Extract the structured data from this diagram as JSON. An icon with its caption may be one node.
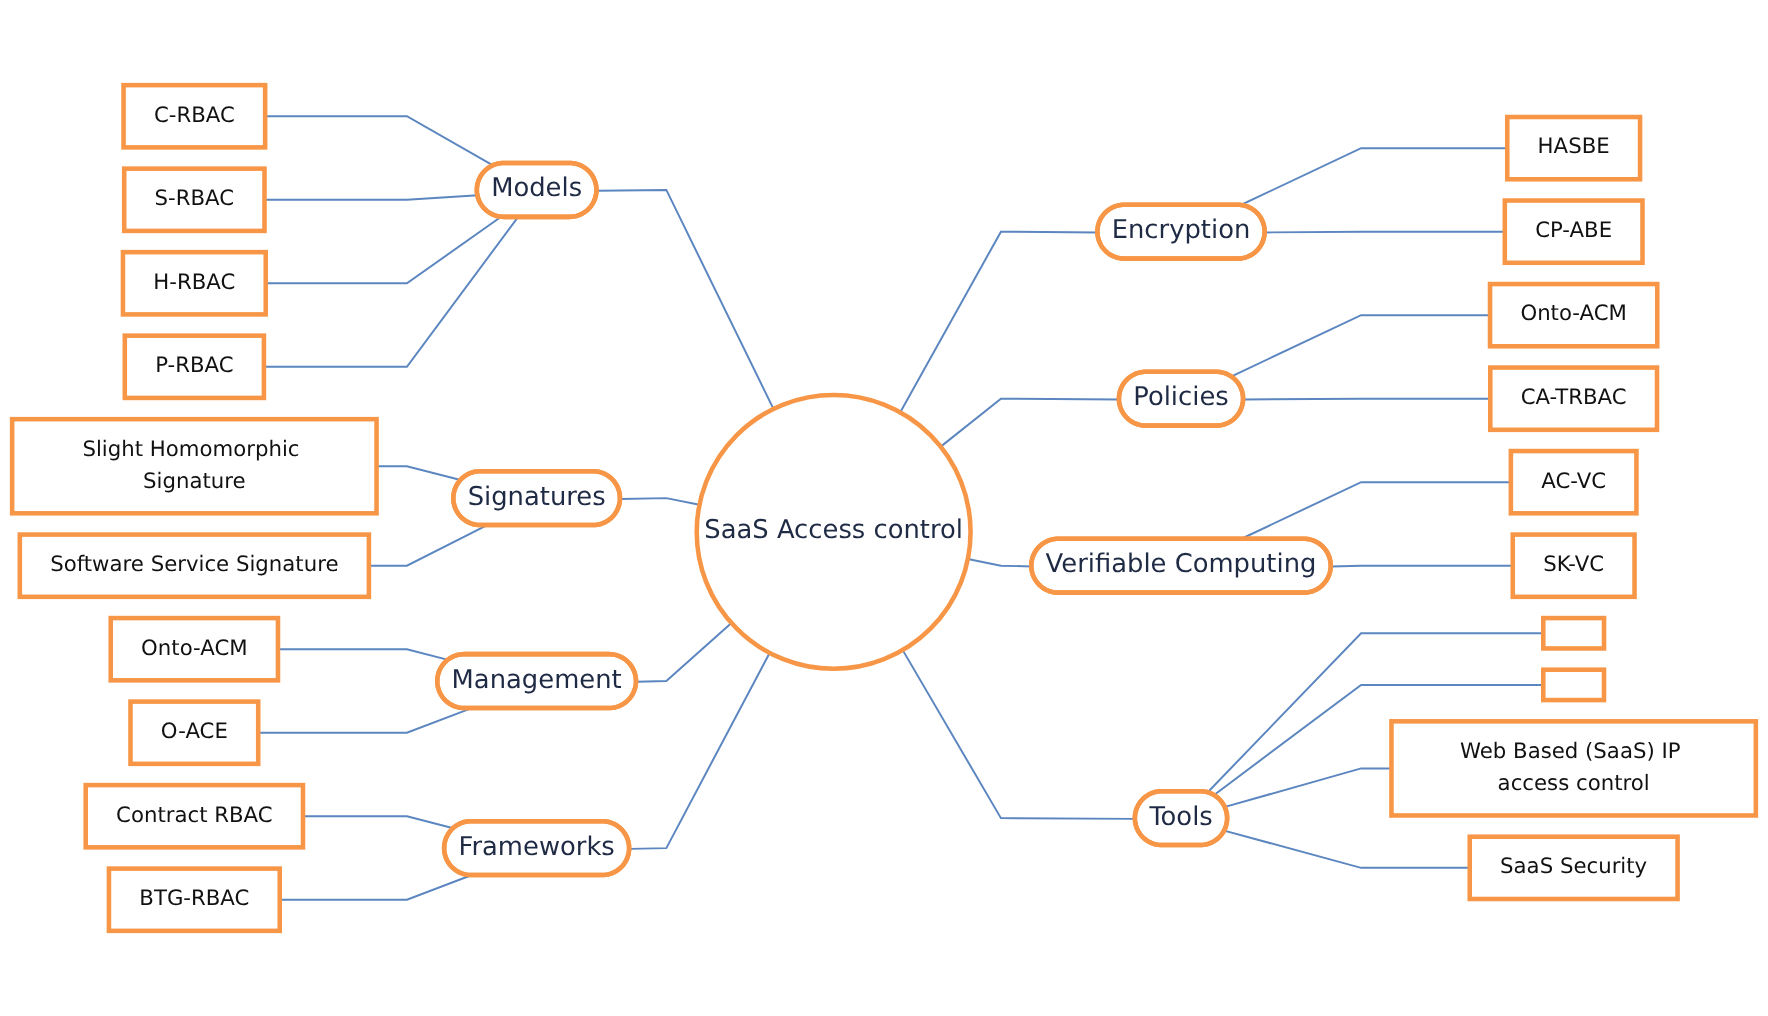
{
  "diagram": {
    "nodes": [
      {
        "text": [
          "SaaS Access control"
        ]
      },
      {
        "text": [
          "Models"
        ]
      },
      {
        "text": [
          "C-RBAC"
        ]
      },
      {
        "text": [
          "S-RBAC"
        ]
      },
      {
        "text": [
          "H-RBAC"
        ]
      },
      {
        "text": [
          "P-RBAC"
        ]
      },
      {
        "text": [
          "Encryption"
        ]
      },
      {
        "text": [
          "HASBE"
        ]
      },
      {
        "text": [
          "CP-ABE"
        ]
      },
      {
        "text": [
          "Signatures"
        ]
      },
      {
        "text": [
          "Slight Homomorphic Signature"
        ]
      },
      {
        "text": [
          "Software Service Signature"
        ]
      },
      {
        "text": [
          "Policies"
        ]
      },
      {
        "text": [
          "Onto-ACM"
        ]
      },
      {
        "text": [
          "CA-TRBAC"
        ]
      },
      {
        "text": [
          "Management"
        ]
      },
      {
        "text": [
          "Onto-ACM"
        ]
      },
      {
        "text": [
          "O-ACE"
        ]
      },
      {
        "text": [
          "Verifiable Computing"
        ]
      },
      {
        "text": [
          "AC-VC"
        ]
      },
      {
        "text": [
          "SK-VC"
        ]
      },
      {
        "text": [
          "Frameworks"
        ]
      },
      {
        "text": [
          "Contract RBAC"
        ]
      },
      {
        "text": [
          "BTG-RBAC"
        ]
      },
      {
        "text": [
          "Tools"
        ]
      },
      {
        "text": [],
        "shape": "box"
      },
      {
        "text": [],
        "shape": "box"
      },
      {
        "text": [
          "Web Based (SaaS) IP access control"
        ]
      },
      {
        "text": [
          "SaaS Security"
        ]
      }
    ],
    "edges": [
      {
        "from": 1,
        "to": 0,
        "arrow": "none"
      },
      {
        "from": 2,
        "to": 1,
        "arrow": "none"
      },
      {
        "from": 3,
        "to": 1,
        "arrow": "none"
      },
      {
        "from": 4,
        "to": 1,
        "arrow": "none"
      },
      {
        "from": 5,
        "to": 1,
        "arrow": "none"
      },
      {
        "from": 0,
        "to": 6,
        "arrow": "none"
      },
      {
        "from": 6,
        "to": 7,
        "arrow": "none"
      },
      {
        "from": 6,
        "to": 8,
        "arrow": "none"
      },
      {
        "from": 9,
        "to": 0,
        "arrow": "none"
      },
      {
        "from": 10,
        "to": 9,
        "arrow": "none"
      },
      {
        "from": 11,
        "to": 9,
        "arrow": "none"
      },
      {
        "from": 0,
        "to": 12,
        "arrow": "none"
      },
      {
        "from": 12,
        "to": 13,
        "arrow": "none"
      },
      {
        "from": 12,
        "to": 14,
        "arrow": "none"
      },
      {
        "from": 15,
        "to": 0,
        "arrow": "none"
      },
      {
        "from": 16,
        "to": 15,
        "arrow": "none"
      },
      {
        "from": 17,
        "to": 15,
        "arrow": "none"
      },
      {
        "from": 0,
        "to": 18,
        "arrow": "none"
      },
      {
        "from": 18,
        "to": 19,
        "arrow": "none"
      },
      {
        "from": 18,
        "to": 20,
        "arrow": "none"
      },
      {
        "from": 21,
        "to": 0,
        "arrow": "none"
      },
      {
        "from": 22,
        "to": 21,
        "arrow": "none"
      },
      {
        "from": 23,
        "to": 21,
        "arrow": "none"
      },
      {
        "from": 0,
        "to": 24,
        "arrow": "none"
      },
      {
        "from": 24,
        "to": 25,
        "arrow": "none"
      },
      {
        "from": 24,
        "to": 26,
        "arrow": "none"
      },
      {
        "from": 24,
        "to": 27,
        "arrow": "none"
      },
      {
        "from": 24,
        "to": 28,
        "arrow": "none"
      }
    ]
  }
}
